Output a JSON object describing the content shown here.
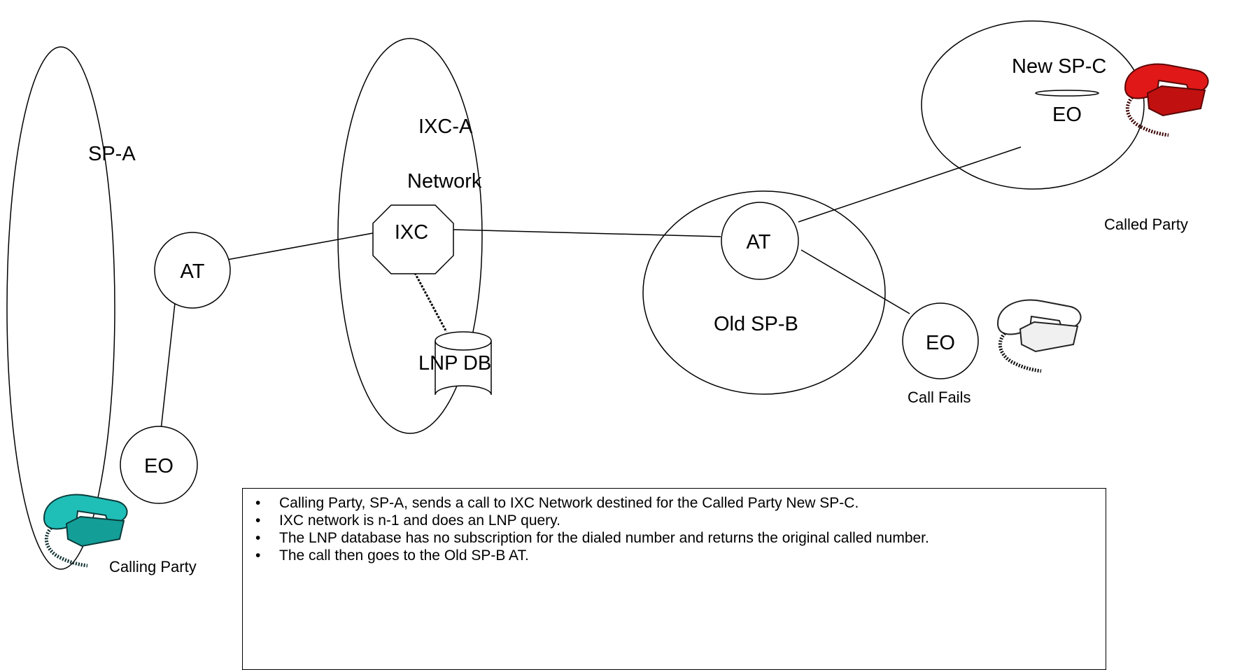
{
  "regions": {
    "sp_a": "SP-A",
    "ixc_a": "IXC-A",
    "network": "Network",
    "old_sp_b": "Old SP-B",
    "new_sp_c": "New SP-C"
  },
  "nodes": {
    "sp_a_at": "AT",
    "sp_a_eo": "EO",
    "ixc": "IXC",
    "lnp_db": "LNP DB",
    "sp_b_at": "AT",
    "sp_b_eo": "EO",
    "sp_c_eo": "EO"
  },
  "labels": {
    "calling_party": "Calling Party",
    "called_party": "Called Party",
    "call_fails": "Call Fails"
  },
  "phones": {
    "calling_color": "#1fbfb8",
    "called_color": "#e01818",
    "failed_color": "#ffffff"
  },
  "notes": [
    "Calling Party, SP-A, sends a call to IXC Network destined for the Called Party New SP-C.",
    "IXC network is n-1 and does an LNP query.",
    "The LNP database has no subscription for the dialed number and returns the original called number.",
    "The call then goes to the Old SP-B AT."
  ]
}
